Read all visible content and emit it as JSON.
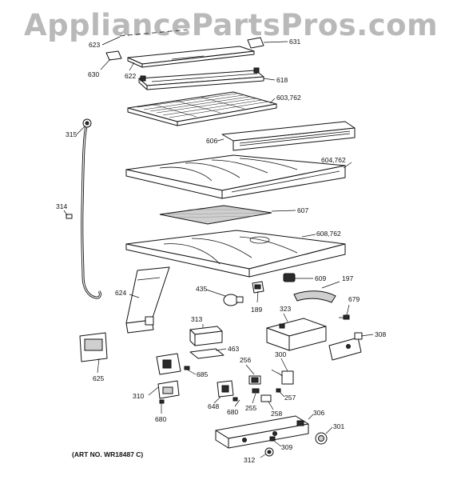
{
  "watermark": "AppliancePartsPros.com",
  "art_number": "(ART NO. WR18487 C)",
  "callouts": {
    "c623": "623",
    "c631": "631",
    "c630": "630",
    "c622": "622",
    "c618": "618",
    "c603": "603,762",
    "c315": "315",
    "c606": "606",
    "c604": "604,762",
    "c314": "314",
    "c607": "607",
    "c608": "608,762",
    "c624": "624",
    "c435": "435",
    "c189": "189",
    "c609": "609",
    "c197": "197",
    "c323": "323",
    "c679": "679",
    "c313": "313",
    "c308": "308",
    "c463": "463",
    "c256": "256",
    "c300": "300",
    "c625": "625",
    "c685": "685",
    "c310": "310",
    "c648": "648",
    "c680a": "680",
    "c255": "255",
    "c257": "257",
    "c258": "258",
    "c306": "306",
    "c680b": "680",
    "c301": "301",
    "c309": "309",
    "c312": "312"
  }
}
